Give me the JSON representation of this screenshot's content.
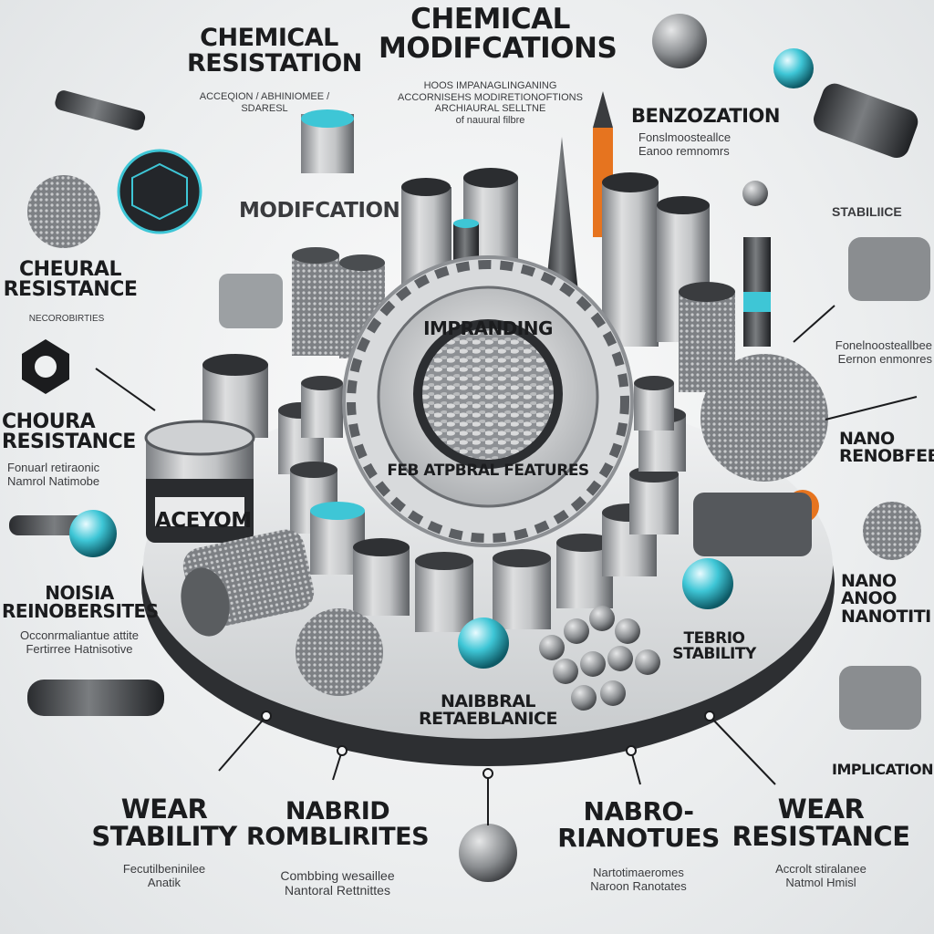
{
  "hub": {
    "arc_top": "IMPRANDING",
    "arc_bottom": "FEB ATPBRAL FEATURES"
  },
  "labels": {
    "chemical_resistation": {
      "title_l1": "CHEMICAL",
      "title_l2": "RESISTATION",
      "sub": "ACCEQION / ABHINIOMEE / SDARESL"
    },
    "chemical_modifications": {
      "title_l1": "CHEMICAL",
      "title_l2": "MODIFCATIONS",
      "sub_l1": "HOOS IMPANAGLINGANING",
      "sub_l2": "ACCORNISEHS MODIRETIONOFTIONS",
      "sub_l3": "ARCHIAURAL SELLTNE",
      "sub_l4": "of nauural filbre"
    },
    "benzozation": {
      "title": "BENZOZATION",
      "sub_l1": "Fonslmoosteallce",
      "sub_l2": "Eanoo remnomrs"
    },
    "modification": {
      "title": "MODIFCATION"
    },
    "cheural_resistance": {
      "title_l1": "CHEURAL",
      "title_l2": "RESISTANCE",
      "sub": "NECOROBIRTIES"
    },
    "choura_resistance": {
      "title_l1": "CHOURA",
      "title_l2": "RESISTANCE",
      "sub_l1": "Fonuarl retiraonic",
      "sub_l2": "Namrol Natimobe"
    },
    "aceyom": {
      "text": "ACEYOM"
    },
    "noisia": {
      "title_l1": "NOISIA",
      "title_l2": "REINOBERSITES",
      "sub_l1": "Occonrmaliantue attite",
      "sub_l2": "Fertirree Hatnisotive"
    },
    "stabilice": {
      "text": "STABILIICE"
    },
    "right_small": {
      "l1": "Fonelnoosteallbee",
      "l2": "Eernon enmonres"
    },
    "nano_reinobfeb": {
      "title_l1": "NANO",
      "title_l2": "RENOBFEB"
    },
    "nano_nanotiti": {
      "title_l1": "NANO",
      "title_l2": "ANOO",
      "title_l3": "NANOTITI"
    },
    "tebrio_stability": {
      "title_l1": "TEBRIO",
      "title_l2": "STABILITY"
    },
    "nabbral": {
      "title_l1": "NAIBBRAL",
      "title_l2": "RETAEBLANICE"
    },
    "implication": {
      "text": "IMPLICATION"
    },
    "wear_stability": {
      "title_l1": "WEAR",
      "title_l2": "STABILITY",
      "sub_l1": "Fecutilbeninilee",
      "sub_l2": "Anatik"
    },
    "nabrid": {
      "title_l1": "NABRID",
      "title_l2": "ROMBLIRITES",
      "sub_l1": "Combbing wesaillee",
      "sub_l2": "Nantoral Rettnittes"
    },
    "nabro": {
      "title_l1": "NABRO-",
      "title_l2": "RIANOTUES",
      "sub_l1": "Nartotimaeromes",
      "sub_l2": "Naroon Ranotates"
    },
    "wear_resistance": {
      "title_l1": "WEAR",
      "title_l2": "RESISTANCE",
      "sub_l1": "Accrolt stiralanee",
      "sub_l2": "Natmol Hmisl"
    }
  },
  "colors": {
    "accent_cyan": "#3ec6d6",
    "accent_orange": "#e6741f",
    "dark": "#1b1c1e",
    "metal": "#b5b8bb"
  }
}
